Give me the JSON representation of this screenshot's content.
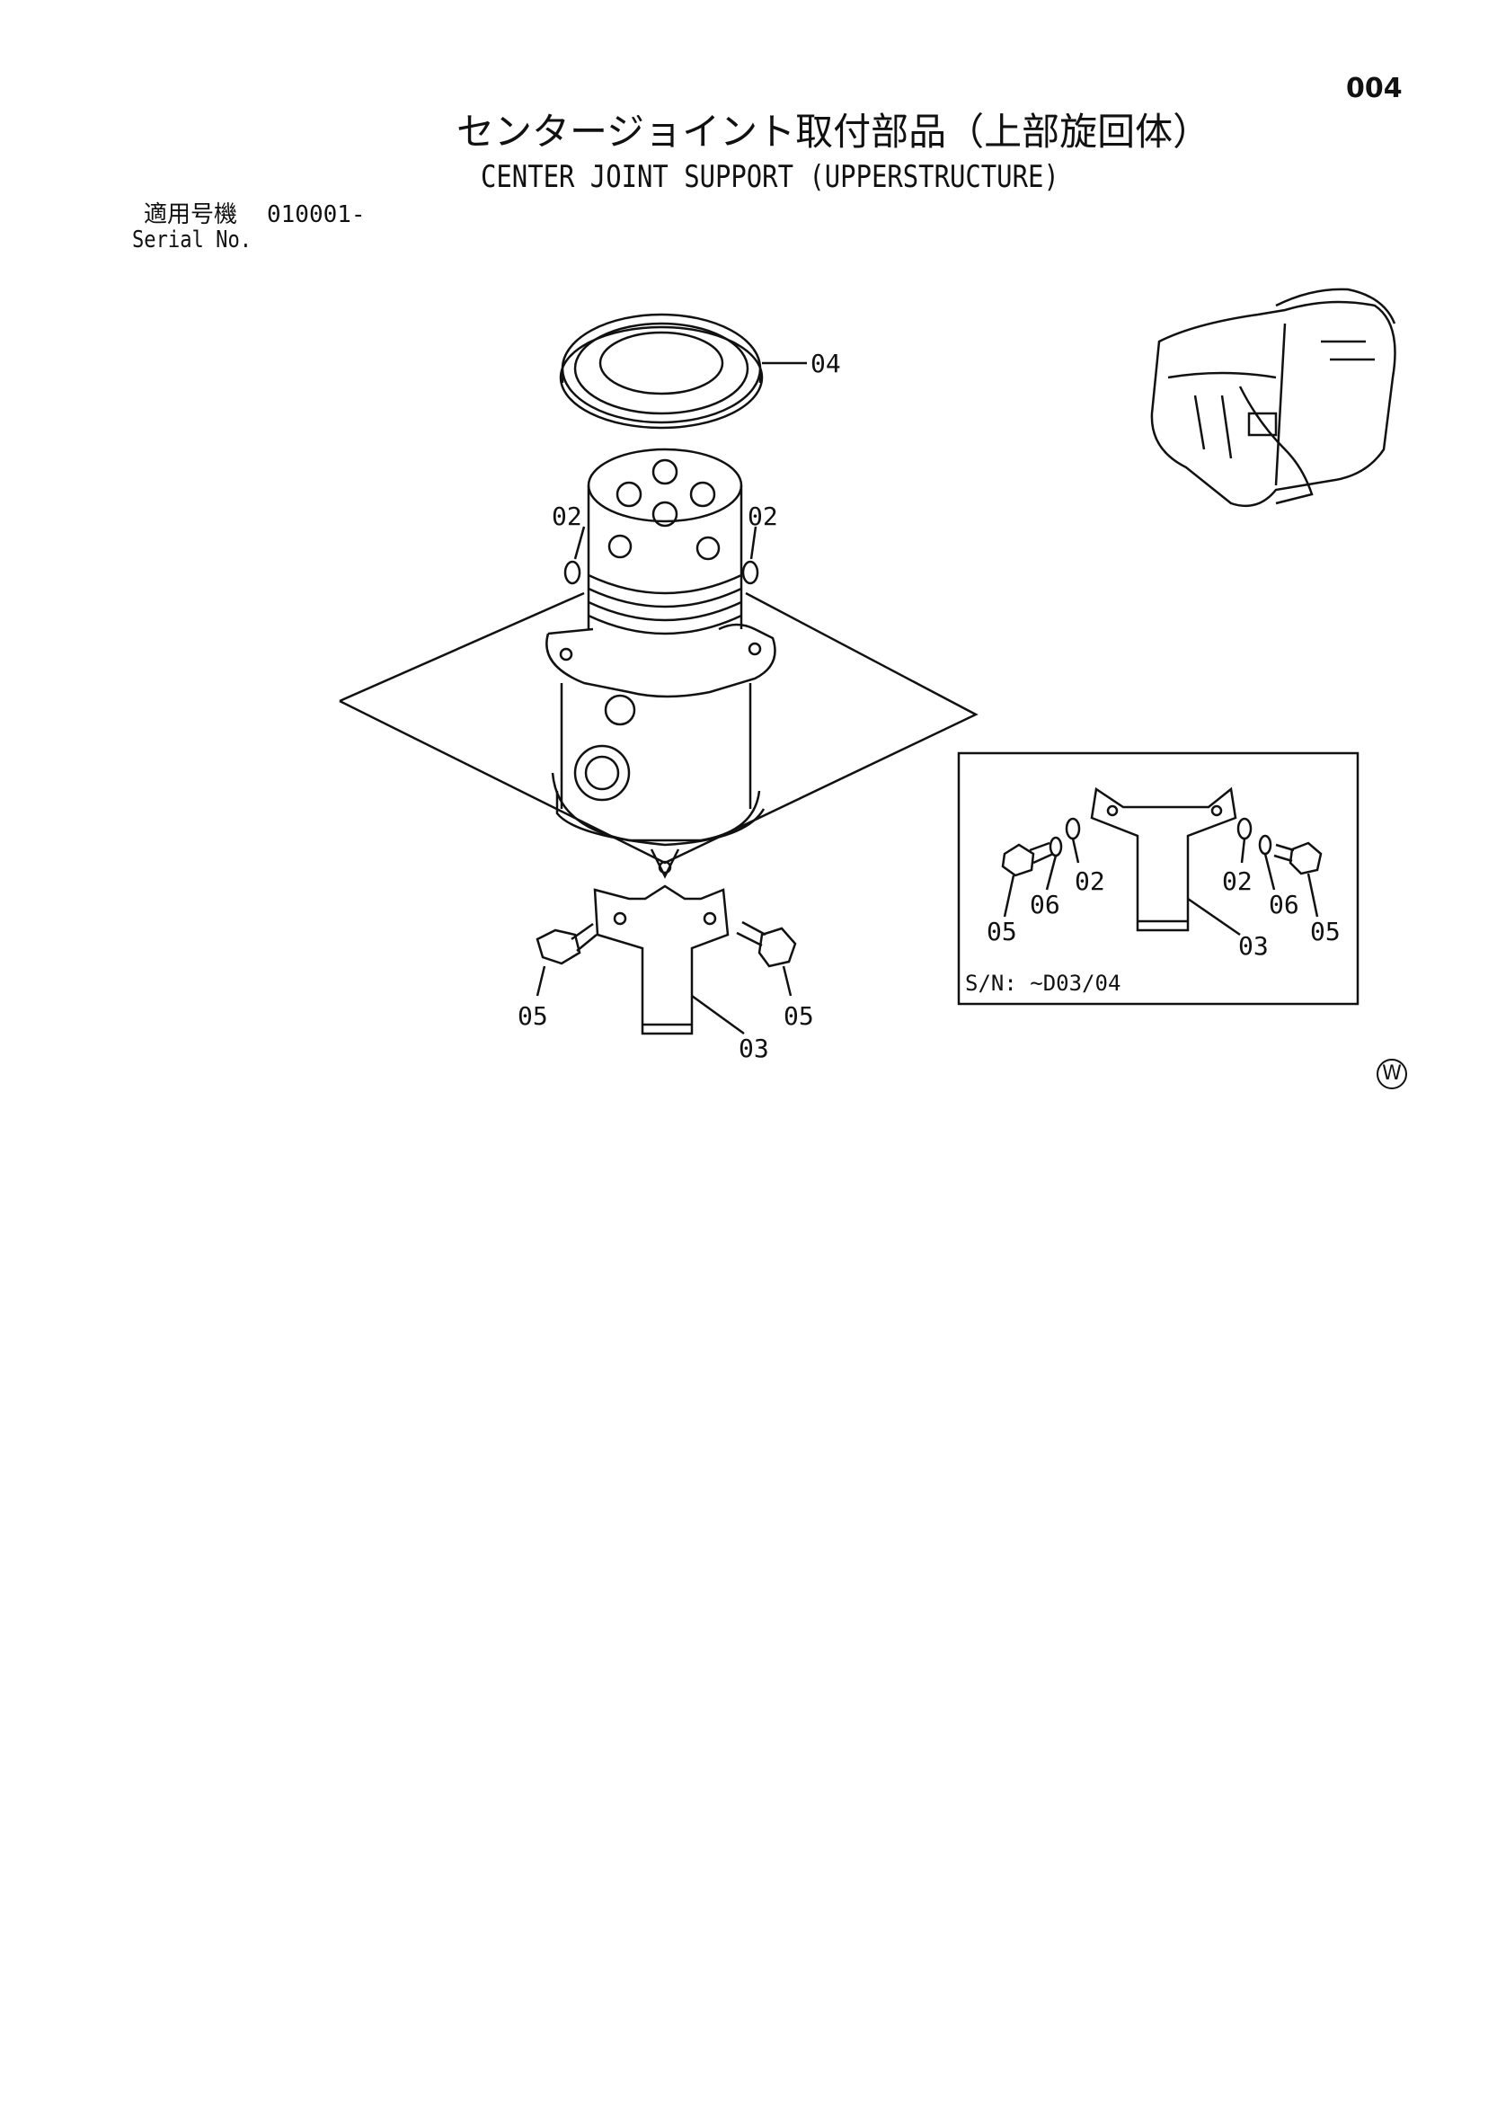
{
  "page_number": "004",
  "title_ja": "センタージョイント取付部品（上部旋回体）",
  "title_en": "CENTER JOINT SUPPORT (UPPERSTRUCTURE)",
  "serial": {
    "label_ja": "適用号機",
    "label_en": "Serial No.",
    "code": "010001-"
  },
  "main_callouts": {
    "c04": "04",
    "c02_left": "02",
    "c02_right": "02",
    "c05_left": "05",
    "c05_right": "05",
    "c03": "03"
  },
  "inset": {
    "note": "S/N: ~D03/04",
    "c05_left": "05",
    "c06_left": "06",
    "c02_left": "02",
    "c02_right": "02",
    "c06_right": "06",
    "c05_right": "05",
    "c03": "03"
  },
  "copyright_mark": "W"
}
